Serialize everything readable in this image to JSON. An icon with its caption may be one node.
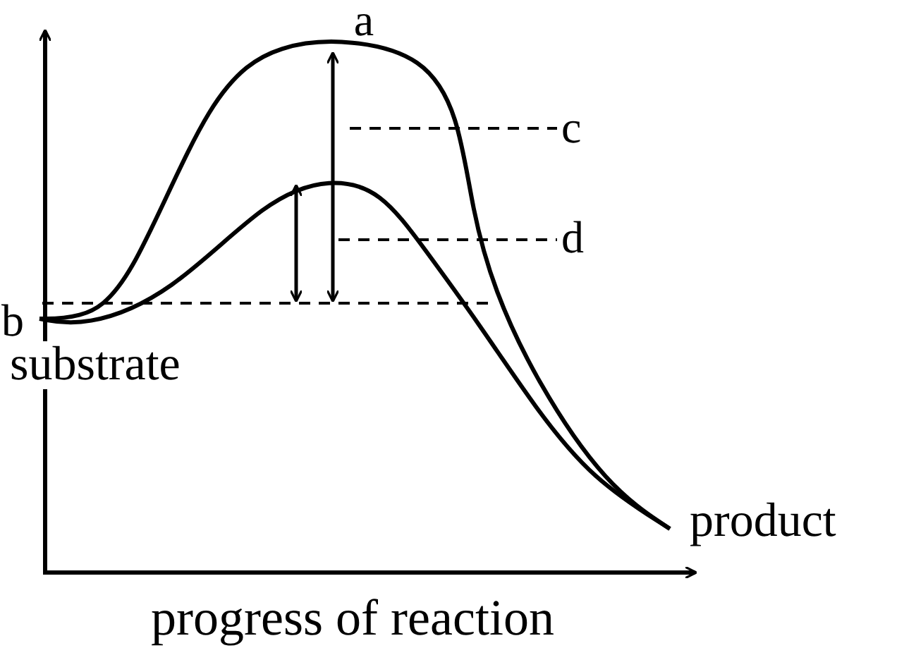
{
  "diagram": {
    "labels": [
      "a",
      "c",
      "d",
      "b",
      "substrate",
      "product",
      "progress of reaction"
    ]
  }
}
